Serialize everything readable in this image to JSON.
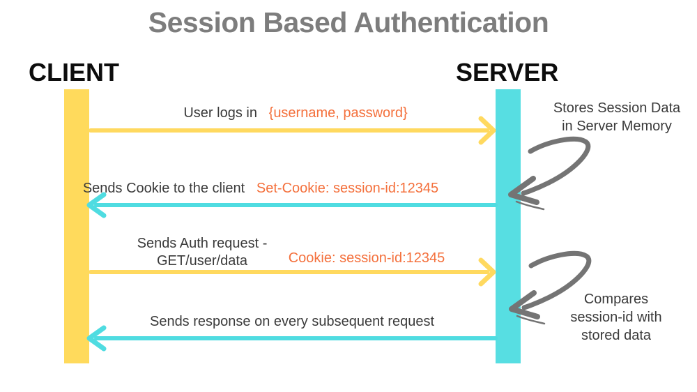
{
  "title": "Session Based Authentication",
  "actors": {
    "client": "CLIENT",
    "server": "SERVER"
  },
  "messages": [
    {
      "text": "User logs in",
      "code": "{username, password}",
      "direction": "client-to-server"
    },
    {
      "text": "Sends Cookie to the client",
      "code": "Set-Cookie: session-id:12345",
      "direction": "server-to-client"
    },
    {
      "text_line1": "Sends Auth request -",
      "text_line2": "GET/user/data",
      "code": "Cookie: session-id:12345",
      "direction": "client-to-server"
    },
    {
      "text": "Sends response on every subsequent request",
      "direction": "server-to-client"
    }
  ],
  "annotations": [
    {
      "lines": [
        "Stores Session Data",
        "in Server Memory"
      ]
    },
    {
      "lines": [
        "Compares",
        "session-id with",
        "stored data"
      ]
    }
  ],
  "colors": {
    "client_bar": "#FFDA5C",
    "server_bar": "#57DEE2",
    "request_arrow": "#FFD95F",
    "response_arrow": "#4FDCE1",
    "code_text": "#F4703C",
    "title_text": "#7D7D7D",
    "body_text": "#3A3A3A",
    "actor_text": "#0D0D0D",
    "annotation_arrow": "#747474"
  }
}
